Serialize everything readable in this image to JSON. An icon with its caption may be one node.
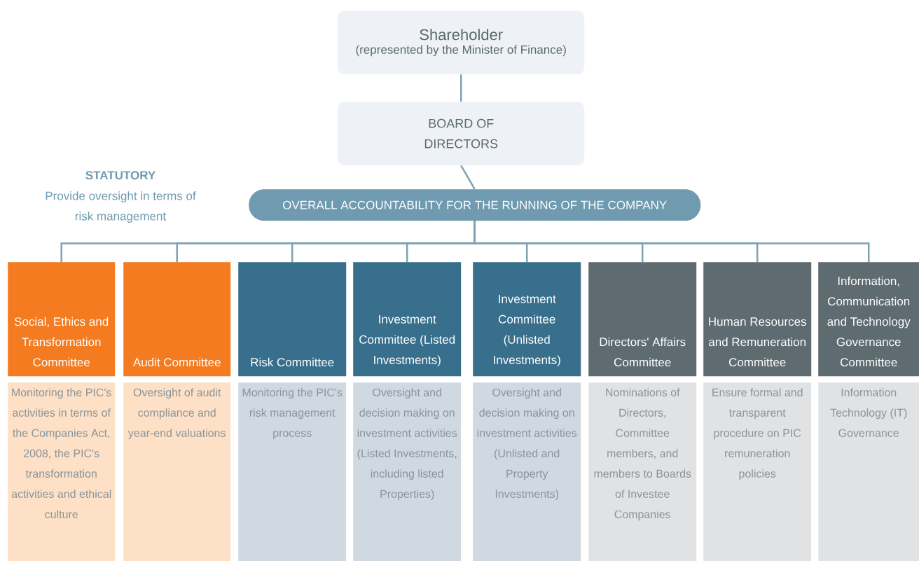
{
  "diagram": {
    "nodes": [
      {
        "text": [
          "Shareholder",
          "(represented by the Minister of Finance)"
        ]
      },
      {
        "text": [
          "BOARD OF DIRECTORS"
        ]
      },
      {
        "text": [
          "OVERALL ACCOUNTABILITY FOR THE RUNNING OF THE COMPANY"
        ]
      },
      {
        "text": [
          "Social, Ethics and Transformation Committee"
        ]
      },
      {
        "text": [
          "Audit Committee"
        ]
      },
      {
        "text": [
          "Risk Committee"
        ]
      },
      {
        "text": [
          "Investment Committee (Listed Investments)"
        ]
      },
      {
        "text": [
          "Investment Committee (Unlisted Investments)"
        ]
      },
      {
        "text": [
          "Directors' Affairs Committee"
        ]
      },
      {
        "text": [
          "Human Resources and Remuneration Committee"
        ]
      },
      {
        "text": [
          "Information, Communication and Technology Governance Committee"
        ]
      },
      {
        "text": [
          "Monitoring the PIC's activities in terms of the Companies Act, 2008, the PIC's transformation activities and ethical culture"
        ]
      },
      {
        "text": [
          "Oversight of audit compliance and year-end valuations"
        ]
      },
      {
        "text": [
          "Monitoring the PIC's risk management process"
        ]
      },
      {
        "text": [
          "Oversight and decision making on investment activities (Listed Investments, including listed Properties)"
        ]
      },
      {
        "text": [
          "Oversight and decision making on investment activities (Unlisted and Property Investments)"
        ]
      },
      {
        "text": [
          "Nominations of Directors, Committee members, and members to Boards of Investee Companies"
        ]
      },
      {
        "text": [
          "Ensure formal and transparent procedure on PIC remuneration policies"
        ]
      },
      {
        "text": [
          "Information Technology (IT) Governance"
        ]
      }
    ],
    "edges": [
      {
        "from": 0,
        "to": 1,
        "arrow": "none"
      },
      {
        "from": 1,
        "to": 2,
        "arrow": "none"
      },
      {
        "from": 2,
        "to": 3,
        "arrow": "none"
      },
      {
        "from": 2,
        "to": 4,
        "arrow": "none"
      },
      {
        "from": 2,
        "to": 5,
        "arrow": "none"
      },
      {
        "from": 2,
        "to": 6,
        "arrow": "none"
      },
      {
        "from": 2,
        "to": 7,
        "arrow": "none"
      },
      {
        "from": 2,
        "to": 8,
        "arrow": "none"
      },
      {
        "from": 2,
        "to": 9,
        "arrow": "none"
      },
      {
        "from": 2,
        "to": 10,
        "arrow": "none"
      }
    ],
    "labels": [
      "STATUTORY",
      "Provide oversight in terms of risk management"
    ]
  }
}
